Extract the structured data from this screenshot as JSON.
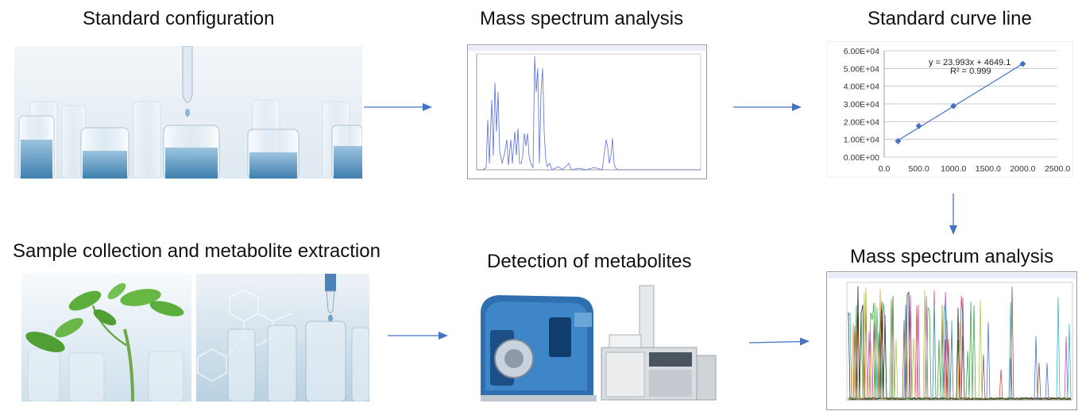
{
  "steps": {
    "standard_configuration": {
      "title": "Standard configuration"
    },
    "ms_analysis_top": {
      "title": "Mass spectrum analysis"
    },
    "standard_curve": {
      "title": "Standard curve line"
    },
    "sample_collection": {
      "title": "Sample collection and metabolite extraction"
    },
    "detection": {
      "title": "Detection of metabolites"
    },
    "ms_analysis_bottom": {
      "title": "Mass spectrum analysis"
    }
  },
  "colors": {
    "arrow": "#4472C4",
    "curve_line": "#4472C4",
    "spectrum_line": "#5a6fd8",
    "glass_blue": "#7fb3d6",
    "leaf_green": "#5cae3c"
  },
  "chart_data": {
    "type": "scatter",
    "title": "",
    "xlabel": "",
    "ylabel": "",
    "x_ticks": [
      "0.0",
      "500.0",
      "1000.0",
      "1500.0",
      "2000.0",
      "2500.0"
    ],
    "y_ticks": [
      "0.00E+00",
      "1.00E+04",
      "2.00E+04",
      "3.00E+04",
      "4.00E+04",
      "5.00E+04",
      "6.00E+04"
    ],
    "xlim": [
      0,
      2500
    ],
    "ylim": [
      0,
      60000
    ],
    "grid": true,
    "series": [
      {
        "x": [
          200,
          500,
          1000,
          2000
        ],
        "y": [
          9000,
          17600,
          28800,
          52600
        ]
      }
    ],
    "trendline": {
      "slope": 23.993,
      "intercept": 4649.1,
      "x_range": [
        200,
        2000
      ]
    },
    "annotations": [
      "y = 23.993x + 4649.1",
      "R² = 0.999"
    ]
  }
}
